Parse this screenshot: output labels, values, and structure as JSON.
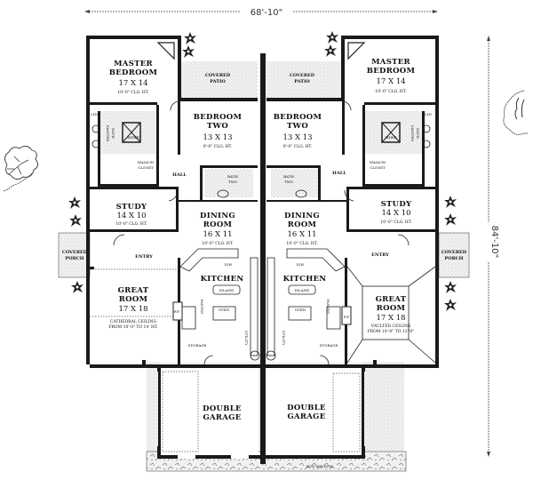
{
  "dimensions": {
    "width": "68'-10\"",
    "depth": "84'-10\""
  },
  "left_unit": {
    "master_bedroom": {
      "name_line1": "MASTER",
      "name_line2": "BEDROOM",
      "size": "17 X 14",
      "ceiling": "10'-0\" CLG. HT."
    },
    "covered_patio": {
      "line1": "COVERED",
      "line2": "PATIO"
    },
    "bedroom_two": {
      "name_line1": "BEDROOM",
      "name_line2": "TWO",
      "size": "13 X 13",
      "ceiling": "9'-0\" CLG. HT."
    },
    "master_bath": {
      "line1": "MASTER",
      "line2": "BATH"
    },
    "walk_in_closet": {
      "line1": "WALK-IN",
      "line2": "CLOSET"
    },
    "hall": "HALL",
    "bath_two": {
      "line1": "BATH",
      "line2": "TWO"
    },
    "study": {
      "name": "STUDY",
      "size": "14 X 10",
      "ceiling": "10'-0\" CLG. HT."
    },
    "dining_room": {
      "name_line1": "DINING",
      "name_line2": "ROOM",
      "size": "16 X 11",
      "ceiling": "10'-0\" CLG. HT."
    },
    "covered_porch": {
      "line1": "COVERED",
      "line2": "PORCH"
    },
    "entry": "ENTRY",
    "kitchen": {
      "name": "KITCHEN",
      "island": "ISLAND",
      "dw": "D/W",
      "oven": "OVEN",
      "pantry": "PANTRY"
    },
    "great_room": {
      "name_line1": "GREAT",
      "name_line2": "ROOM",
      "size": "17 X 18",
      "ceiling_line1": "CATHEDRAL CEILING",
      "ceiling_line2": "FROM 10'-0\" TO 14' HT."
    },
    "storage": "STORAGE",
    "utility": "UTILITY",
    "fireplace": "F.P.",
    "linen": "LIN",
    "closet": "CLOSET",
    "shower": "SHWR",
    "garage": {
      "line1": "DOUBLE",
      "line2": "GARAGE"
    }
  },
  "right_unit": {
    "master_bedroom": {
      "name_line1": "MASTER",
      "name_line2": "BEDROOM",
      "size": "17 X 14",
      "ceiling": "10'-0\" CLG. HT."
    },
    "covered_patio": {
      "line1": "COVERED",
      "line2": "PATIO"
    },
    "bedroom_two": {
      "name_line1": "BEDROOM",
      "name_line2": "TWO",
      "size": "13 X 13",
      "ceiling": "9'-0\" CLG. HT."
    },
    "master_bath": {
      "line1": "MASTER",
      "line2": "BATH"
    },
    "walk_in_closet": {
      "line1": "WALK-IN",
      "line2": "CLOSET"
    },
    "hall": "HALL",
    "bath_two": {
      "line1": "BATH",
      "line2": "TWO"
    },
    "study": {
      "name": "STUDY",
      "size": "14 X 10",
      "ceiling": "10'-0\" CLG. HT."
    },
    "dining_room": {
      "name_line1": "DINING",
      "name_line2": "ROOM",
      "size": "16 X 11",
      "ceiling": "10'-0\" CLG. HT."
    },
    "covered_porch": {
      "line1": "COVERED",
      "line2": "PORCH"
    },
    "entry": "ENTRY",
    "kitchen": {
      "name": "KITCHEN",
      "island": "ISLAND",
      "dw": "D/W",
      "oven": "OVEN",
      "pantry": "PANTRY"
    },
    "great_room": {
      "name_line1": "GREAT",
      "name_line2": "ROOM",
      "size": "17 X 18",
      "ceiling_line1": "VAULTED CEILING",
      "ceiling_line2": "FROM 10'-0\" TO 12'-0\""
    },
    "storage": "STORAGE",
    "utility": "UTILITY",
    "fireplace": "F.P.",
    "linen": "LIN",
    "closet": "CLOSET",
    "shower": "SHWR",
    "garage": {
      "line1": "DOUBLE",
      "line2": "GARAGE"
    },
    "window_label": "BOX WINDOW"
  }
}
